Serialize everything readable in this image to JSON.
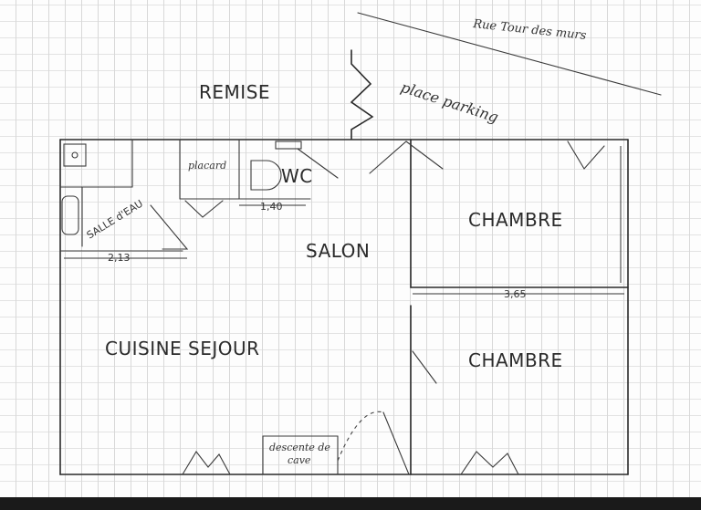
{
  "rooms": {
    "remise": "REMISE",
    "chambre_1": "CHAMBRE",
    "chambre_2": "CHAMBRE",
    "salon": "SALON",
    "cuisine_sejour": "CUISINE SEJOUR",
    "salle_eau": "SALLE d'EAU",
    "placard": "placard",
    "wc": "WC"
  },
  "annotations": {
    "street": "Rue Tour des murs",
    "parking": "place parking",
    "descente_cave": "descente de cave"
  },
  "dimensions": {
    "salle_eau_width": "2,13",
    "wc_width": "1,40",
    "chambre_width": "3,65"
  }
}
